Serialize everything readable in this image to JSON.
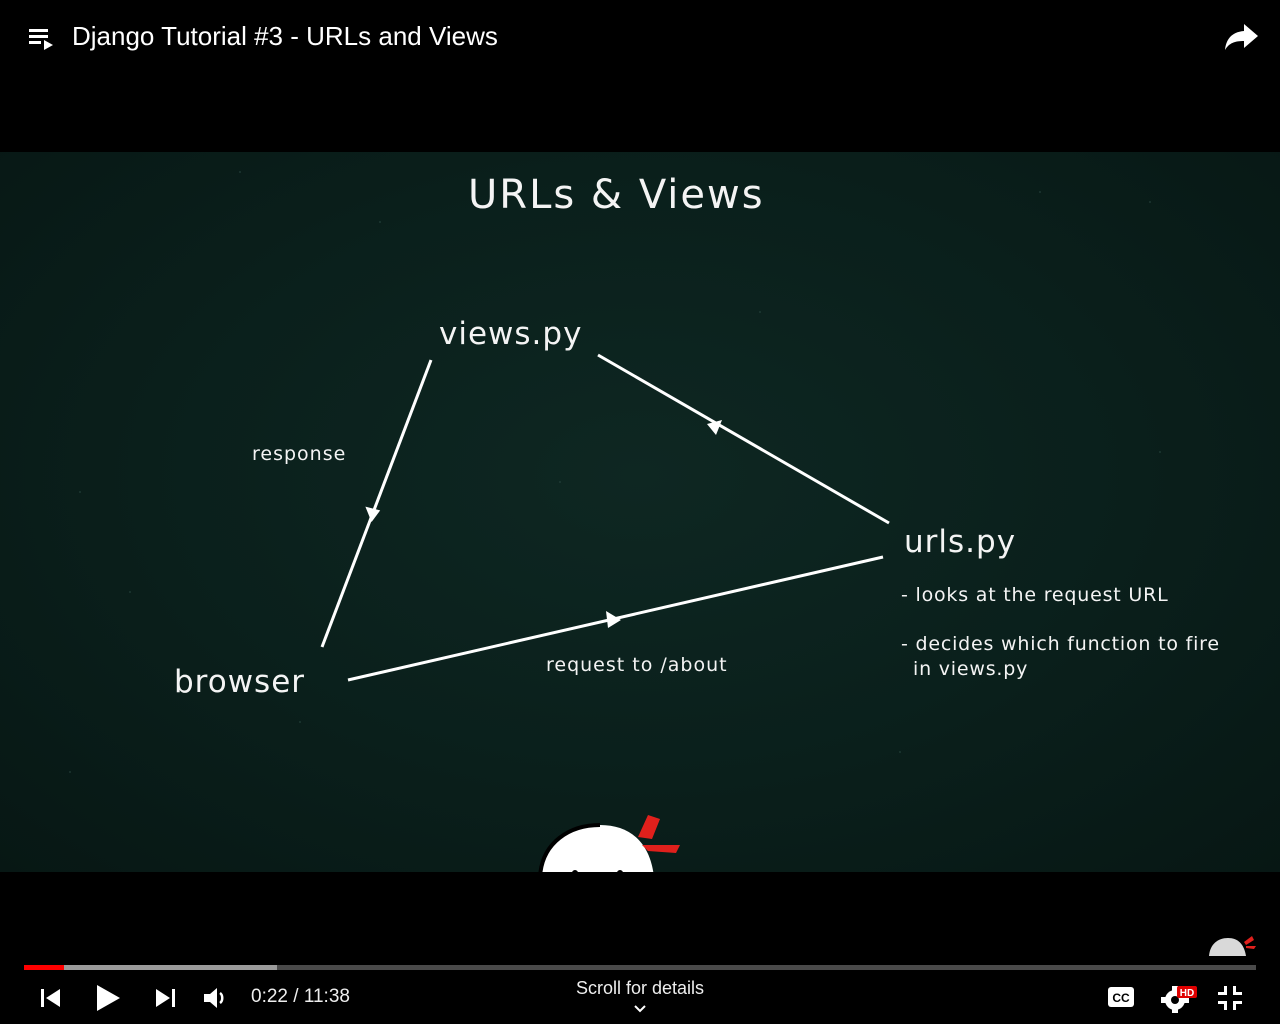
{
  "header": {
    "title": "Django Tutorial #3 - URLs and Views",
    "playlist_icon": "playlist-icon",
    "share_icon": "share-arrow-icon"
  },
  "slide": {
    "title": "URLs & Views",
    "nodes": {
      "views": "views.py",
      "urls": "urls.py",
      "browser": "browser"
    },
    "edge_labels": {
      "response": "response",
      "request": "request to /about"
    },
    "notes": {
      "line1": "- looks at the request URL",
      "line2": "- decides which function to fire",
      "line3": "in views.py"
    },
    "logo_icon": "ninja-logo-icon"
  },
  "player": {
    "current_time": "0:22",
    "duration": "11:38",
    "time_display": "0:22 / 11:38",
    "played_fraction": 0.0325,
    "buffered_fraction": 0.205,
    "scroll_hint": "Scroll for details",
    "hd_badge": "HD",
    "icons": {
      "previous": "skip-previous-icon",
      "play": "play-icon",
      "next": "skip-next-icon",
      "volume": "volume-icon",
      "captions": "closed-captions-icon",
      "settings": "settings-gear-icon",
      "exit_fullscreen": "exit-fullscreen-icon",
      "chevron": "chevron-down-icon",
      "watermark": "channel-watermark-icon"
    },
    "colors": {
      "played": "#ff0000",
      "buffered": "#9b9b9b",
      "track": "#4a4a4a"
    }
  }
}
